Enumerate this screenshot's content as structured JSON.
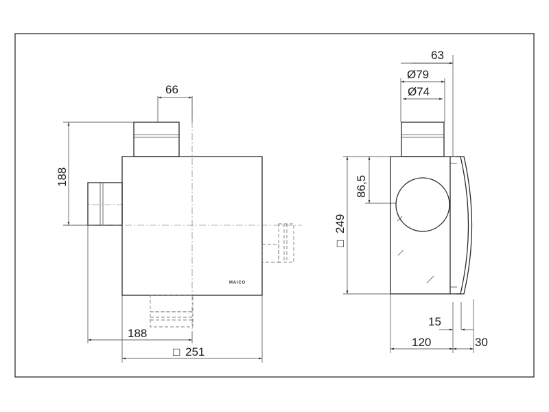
{
  "front_view": {
    "dim_top_spigot": "66",
    "dim_height_spigot": "188",
    "dim_side_offset": "188",
    "dim_width_symbol": "□",
    "dim_width": "251",
    "brand": "MAICO"
  },
  "side_view": {
    "dim_offset": "63",
    "dim_outer_diameter": "Ø79",
    "dim_inner_diameter": "Ø74",
    "dim_spigot_height": "86,5",
    "dim_height_symbol": "□",
    "dim_height": "249",
    "dim_small": "15",
    "dim_depth": "120",
    "dim_cover": "30"
  }
}
